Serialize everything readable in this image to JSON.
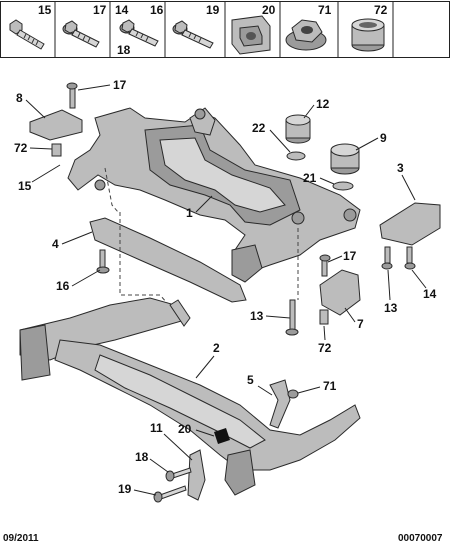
{
  "header_parts": [
    {
      "ref": "15",
      "icon": "bolt-icon"
    },
    {
      "ref": "17",
      "icon": "flange-bolt-icon"
    },
    {
      "ref": "14",
      "icon": "flange-bolt-icon"
    },
    {
      "ref": "16",
      "icon": "flange-bolt-icon"
    },
    {
      "ref": "18",
      "icon": "flange-bolt-icon"
    },
    {
      "ref": "19",
      "icon": "flange-bolt-icon"
    },
    {
      "ref": "20",
      "icon": "bracket-icon"
    },
    {
      "ref": "71",
      "icon": "flange-nut-icon"
    },
    {
      "ref": "72",
      "icon": "bush-sleeve-icon"
    }
  ],
  "callouts": {
    "c8": "8",
    "c17a": "17",
    "c72a": "72",
    "c15": "15",
    "c12": "12",
    "c22": "22",
    "c9": "9",
    "c21": "21",
    "c3": "3",
    "c1": "1",
    "c4": "4",
    "c16": "16",
    "c17b": "17",
    "c7": "7",
    "c13a": "13",
    "c13b": "13",
    "c14": "14",
    "c72b": "72",
    "c2": "2",
    "c5": "5",
    "c71": "71",
    "c11": "11",
    "c20": "20",
    "c18": "18",
    "c19": "19"
  },
  "footer": {
    "date": "09/2011",
    "reference": "00070007"
  },
  "colors": {
    "part_fill": "#bcbcbc",
    "part_dark": "#9b9b9b",
    "outline": "#2a2a2a",
    "header_box": "#222222"
  }
}
